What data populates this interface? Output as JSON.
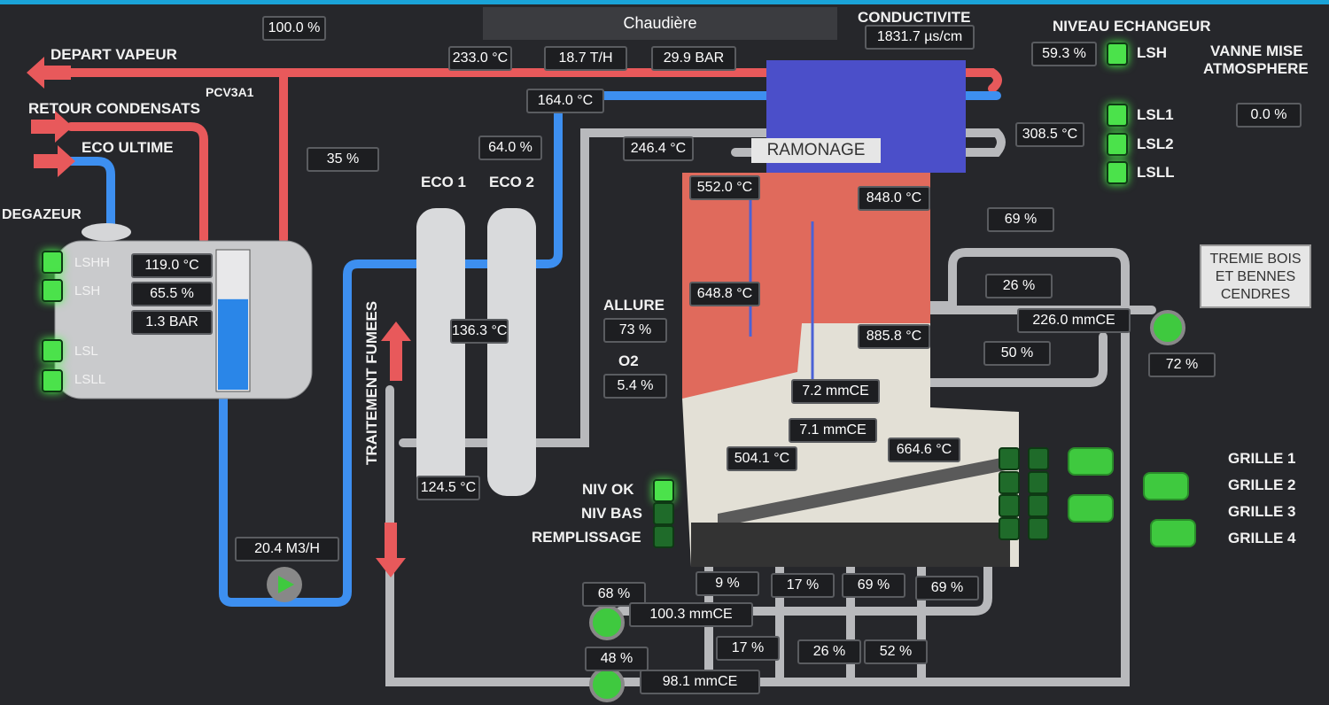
{
  "header": {
    "title": "Chaudière"
  },
  "labels": {
    "depart_vapeur": "DEPART VAPEUR",
    "retour_condensats": "RETOUR CONDENSATS",
    "eco_ultime": "ECO ULTIME",
    "degazeur": "DEGAZEUR",
    "pcv": "PCV3A1",
    "eco1": "ECO 1",
    "eco2": "ECO 2",
    "traitement_fumees": "TRAITEMENT FUMEES",
    "conductivite": "CONDUCTIVITE",
    "niveau_echangeur": "NIVEAU ECHANGEUR",
    "vanne_mise": "VANNE MISE",
    "atmosphere": "ATMOSPHERE",
    "allure": "ALLURE",
    "o2": "O2",
    "ramonage": "RAMONAGE",
    "tremie": "TREMIE BOIS ET BENNES CENDRES",
    "niv_ok": "NIV OK",
    "niv_bas": "NIV BAS",
    "remplissage": "REMPLISSAGE",
    "grille1": "GRILLE 1",
    "grille2": "GRILLE 2",
    "grille3": "GRILLE 3",
    "grille4": "GRILLE 4"
  },
  "degazeur": {
    "leds": [
      {
        "label": "LSHH",
        "on": true
      },
      {
        "label": "LSH",
        "on": true
      },
      {
        "label": "LSL",
        "on": true
      },
      {
        "label": "LSLL",
        "on": true
      }
    ],
    "temp": "119.0 °C",
    "level": "65.5 %",
    "pressure": "1.3 BAR",
    "level_percent": 65.5
  },
  "echangeur": {
    "level": "59.3 %",
    "leds": [
      {
        "label": "LSH",
        "on": true
      },
      {
        "label": "LSL1",
        "on": true
      },
      {
        "label": "LSL2",
        "on": true
      },
      {
        "label": "LSLL",
        "on": true
      }
    ]
  },
  "values": {
    "pcv_open": "100.0 %",
    "steam_temp": "233.0 °C",
    "steam_flow": "18.7 T/H",
    "steam_pressure": "29.9 BAR",
    "conductivity": "1831.7 µs/cm",
    "vanne_atm": "0.0 %",
    "feed_temp": "164.0 °C",
    "valve_64": "64.0 %",
    "valve_35": "35 %",
    "t_246": "246.4 °C",
    "t_308": "308.5 °C",
    "t_552": "552.0 °C",
    "t_848": "848.0 °C",
    "t_648": "648.8 °C",
    "t_885": "885.8 °C",
    "p_72": "7.2 mmCE",
    "p_71": "7.1 mmCE",
    "t_504": "504.1 °C",
    "t_664": "664.6 °C",
    "allure": "73 %",
    "o2": "5.4 %",
    "eco_temp": "136.3 °C",
    "eco_out": "124.5 °C",
    "feed_flow": "20.4 M3/H",
    "v_69a": "69 %",
    "v_26a": "26 %",
    "p_226": "226.0 mmCE",
    "v_50": "50 %",
    "fan_72": "72 %",
    "u_9": "9 %",
    "u_17a": "17 %",
    "u_69b": "69 %",
    "u_69c": "69 %",
    "fan_68": "68 %",
    "p_100": "100.3 mmCE",
    "l_17": "17 %",
    "l_26": "26 %",
    "l_52": "52 %",
    "fan_48": "48 %",
    "p_98": "98.1 mmCE"
  },
  "colors": {
    "steam": "#e8595b",
    "water": "#3d8ff0",
    "air": "#b8b9bc",
    "led_on": "#4be24b"
  }
}
